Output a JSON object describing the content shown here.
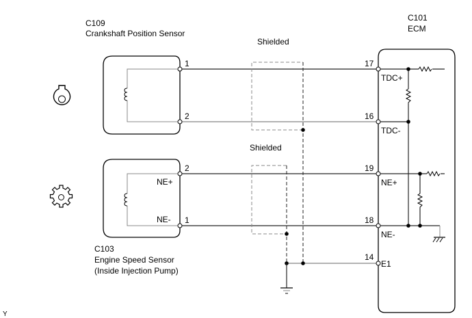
{
  "crank_sensor": {
    "connector": "C109",
    "name": "Crankshaft Position Sensor",
    "pins": [
      {
        "num": "1"
      },
      {
        "num": "2"
      }
    ]
  },
  "engine_speed_sensor": {
    "connector": "C103",
    "name": "Engine Speed Sensor",
    "subname": "(Inside Injection Pump)",
    "pins": [
      {
        "num": "2",
        "signal": "NE+"
      },
      {
        "num": "1",
        "signal": "NE-"
      }
    ]
  },
  "ecm": {
    "connector": "C101",
    "name": "ECM",
    "pins": [
      {
        "num": "17",
        "signal": "TDC+"
      },
      {
        "num": "16",
        "signal": "TDC-"
      },
      {
        "num": "19",
        "signal": "NE+"
      },
      {
        "num": "18",
        "signal": "NE-"
      },
      {
        "num": "14",
        "signal": "E1"
      }
    ]
  },
  "shields": [
    {
      "label": "Shielded"
    },
    {
      "label": "Shielded"
    }
  ],
  "footer_mark": "Y"
}
